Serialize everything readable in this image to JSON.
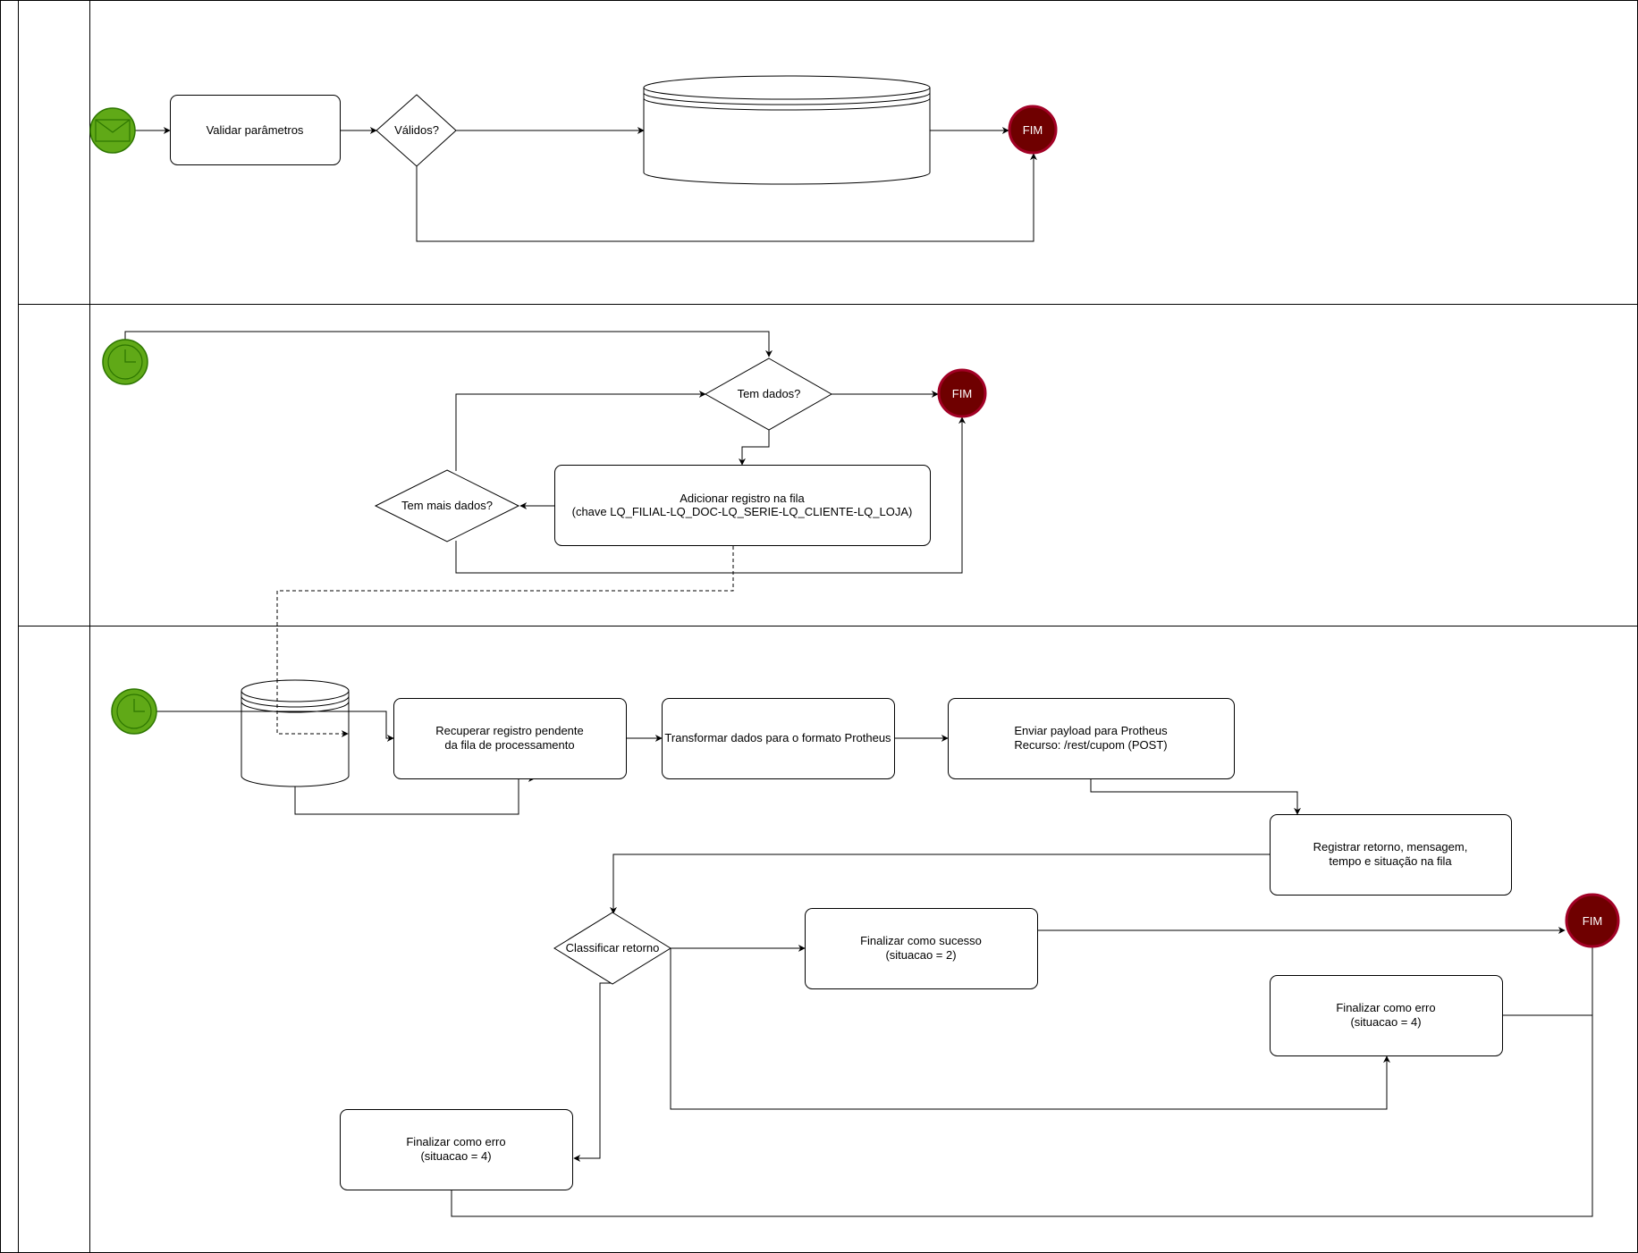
{
  "colors": {
    "start_event_fill": "#60a917",
    "start_event_stroke": "#2d7600",
    "end_event_fill": "#6f0000",
    "end_event_stroke": "#a20025",
    "end_event_text": "#ffffff",
    "line": "#000000",
    "background": "#ffffff"
  },
  "lanes": [
    {
      "id": "lane-1",
      "label": ""
    },
    {
      "id": "lane-2",
      "label": ""
    },
    {
      "id": "lane-3",
      "label": ""
    }
  ],
  "lane1": {
    "start_icon": "envelope-icon",
    "validate": "Validar parâmetros",
    "valid_gateway": "Válidos?",
    "datastore": "",
    "end": "FIM"
  },
  "lane2": {
    "start_icon": "clock-icon",
    "has_data_gateway": "Tem dados?",
    "add_record_line1": "Adicionar registro na fila",
    "add_record_line2": "(chave LQ_FILIAL-LQ_DOC-LQ_SERIE-LQ_CLIENTE-LQ_LOJA)",
    "more_data_gateway": "Tem mais dados?",
    "end": "FIM"
  },
  "lane3": {
    "start_icon": "clock-icon",
    "retrieve_line1": "Recuperar registro pendente",
    "retrieve_line2": "da fila de processamento",
    "transform": "Transformar dados para o formato Protheus",
    "send_line1": "Enviar payload para Protheus",
    "send_line2": "Recurso: /rest/cupom (POST)",
    "register_line1": "Registrar retorno, mensagem,",
    "register_line2": "tempo e situação na fila",
    "classify_gateway": "Classificar retorno",
    "success_line1": "Finalizar como sucesso",
    "success_line2": "(situacao = 2)",
    "error_right_line1": "Finalizar como erro",
    "error_right_line2": "(situacao = 4)",
    "error_left_line1": "Finalizar como erro",
    "error_left_line2": "(situacao = 4)",
    "end": "FIM"
  }
}
